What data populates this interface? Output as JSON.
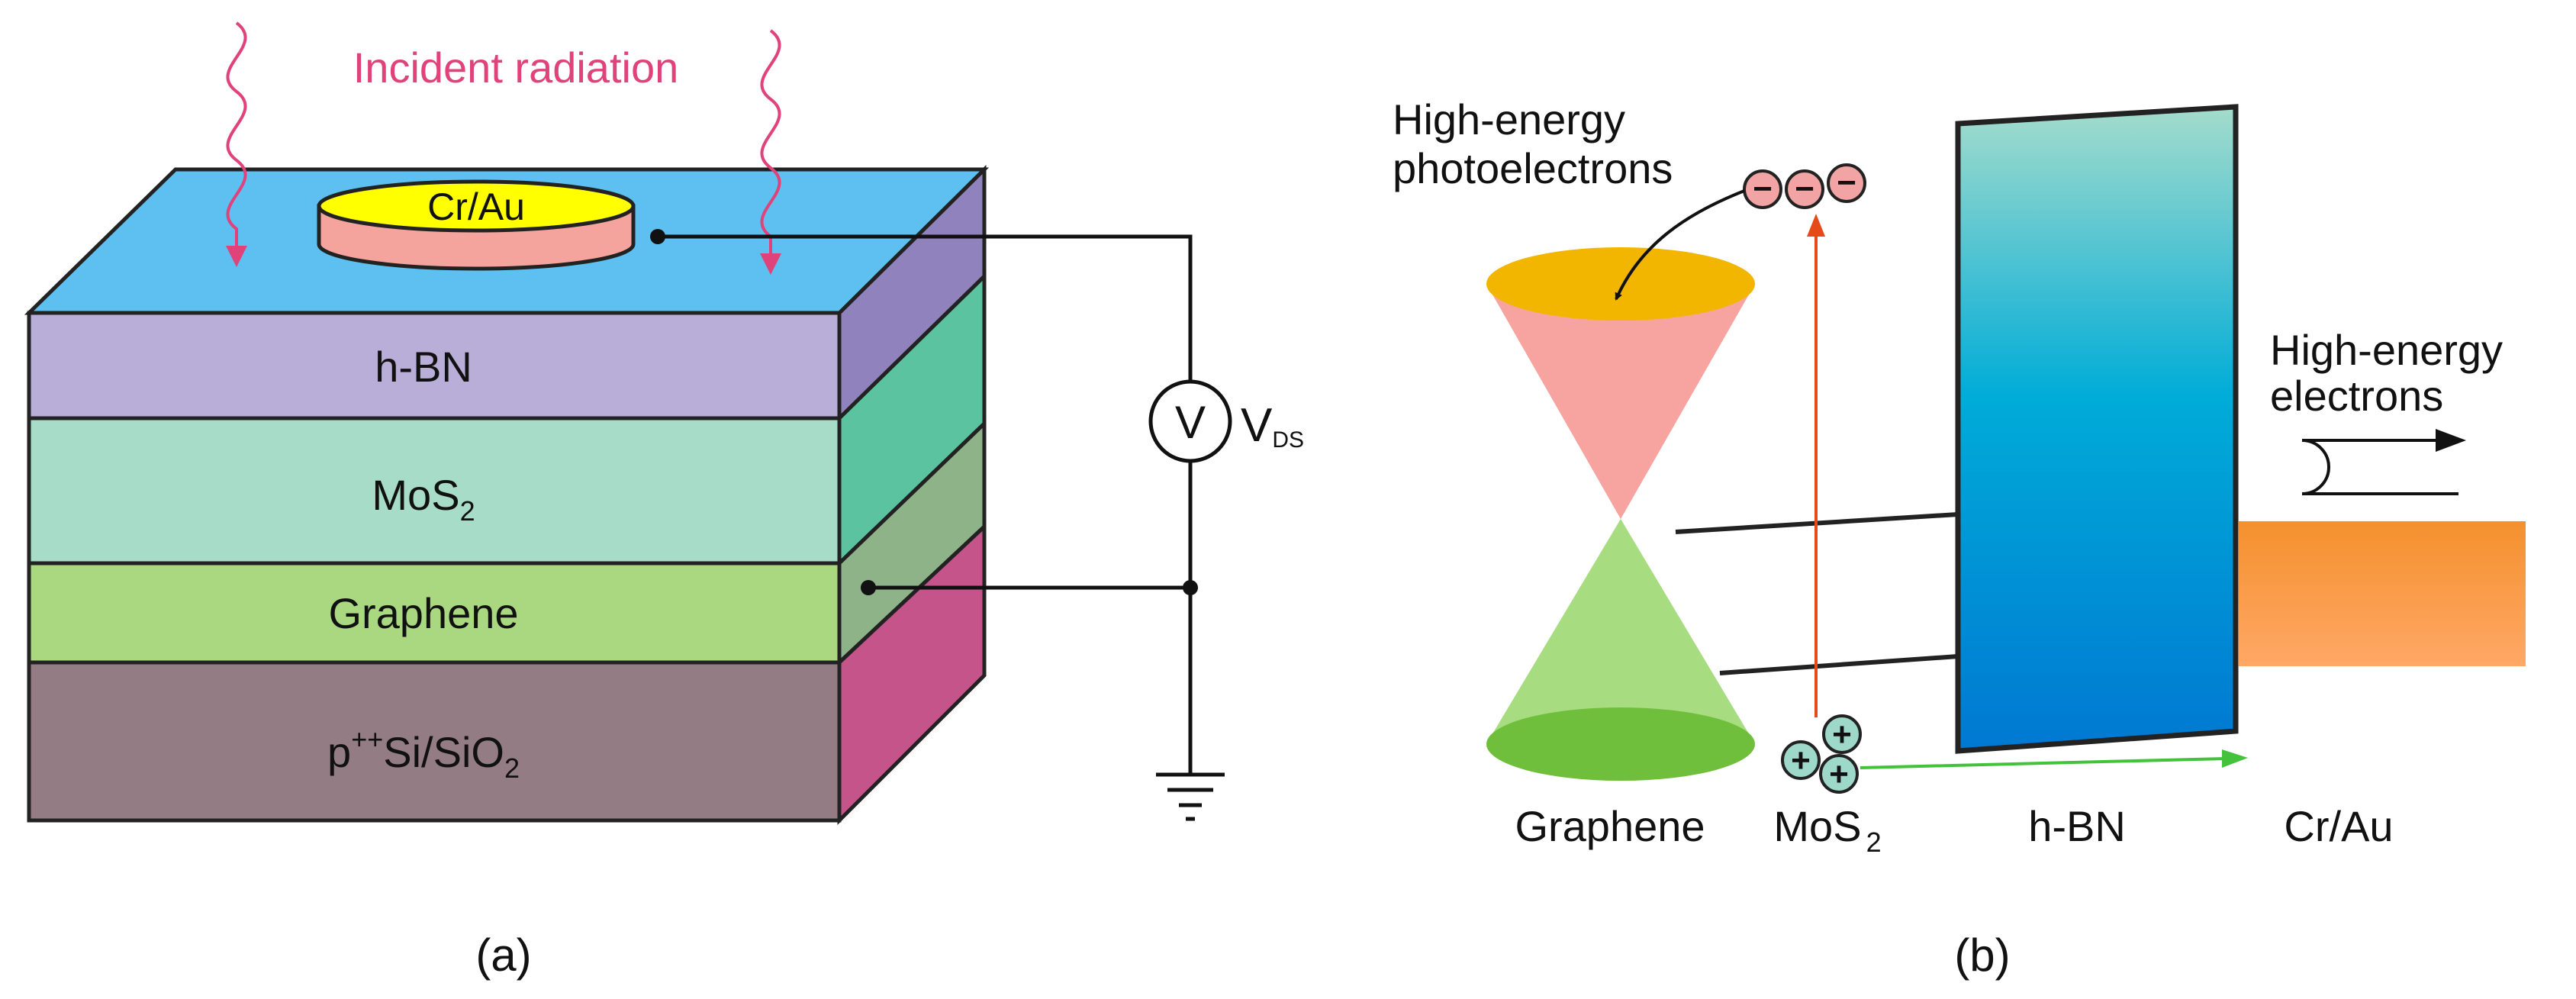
{
  "panel_a": {
    "caption": "(a)",
    "incident_label": "Incident radiation",
    "contact_label": "Cr/Au",
    "layers": {
      "hbn": "h-BN",
      "mos2_base": "MoS",
      "mos2_sub": "2",
      "graphene": "Graphene",
      "substrate_p": "p",
      "substrate_sup": "++",
      "substrate_si": "Si/SiO",
      "substrate_sub": "2"
    },
    "voltmeter_symbol": "V",
    "vds_base": "V",
    "vds_sub": "DS"
  },
  "panel_b": {
    "caption": "(b)",
    "photoelectrons_line1": "High-energy",
    "photoelectrons_line2": "photoelectrons",
    "electrons_line1": "High-energy",
    "electrons_line2": "electrons",
    "electron_symbol": "−",
    "hole_symbol": "+",
    "labels": {
      "graphene": "Graphene",
      "mos2_base": "MoS",
      "mos2_sub": "2",
      "hbn": "h-BN",
      "crau": "Cr/Au"
    }
  },
  "colors": {
    "top_face": "#5ec0f0",
    "hbn": "#b8aed8",
    "hbn_side": "#8f82bd",
    "mos2": "#a6dcc8",
    "mos2_side": "#5bc3a0",
    "graphene": "#a9d880",
    "graphene_side": "#8fb388",
    "substrate": "#947c84",
    "substrate_side": "#c4548a",
    "contact_top": "#ffff00",
    "contact_side": "#f4a49c",
    "radiation": "#e0427a",
    "cone_upper": "#f7a3a0",
    "cone_upper_cap": "#f2b600",
    "cone_lower": "#a7dc80",
    "cone_lower_cap": "#6fbe3c",
    "electron": "#f2a3a3",
    "hole": "#9ed8c8",
    "up_arrow": "#e64a19",
    "green_arrow": "#44c23c",
    "hbn_gradient_top": "#a4dccc",
    "hbn_gradient_mid": "#00acd8",
    "hbn_gradient_bottom": "#0078d2",
    "crau_gradient_top": "#f4902e",
    "crau_gradient_bottom": "#ffa866"
  }
}
